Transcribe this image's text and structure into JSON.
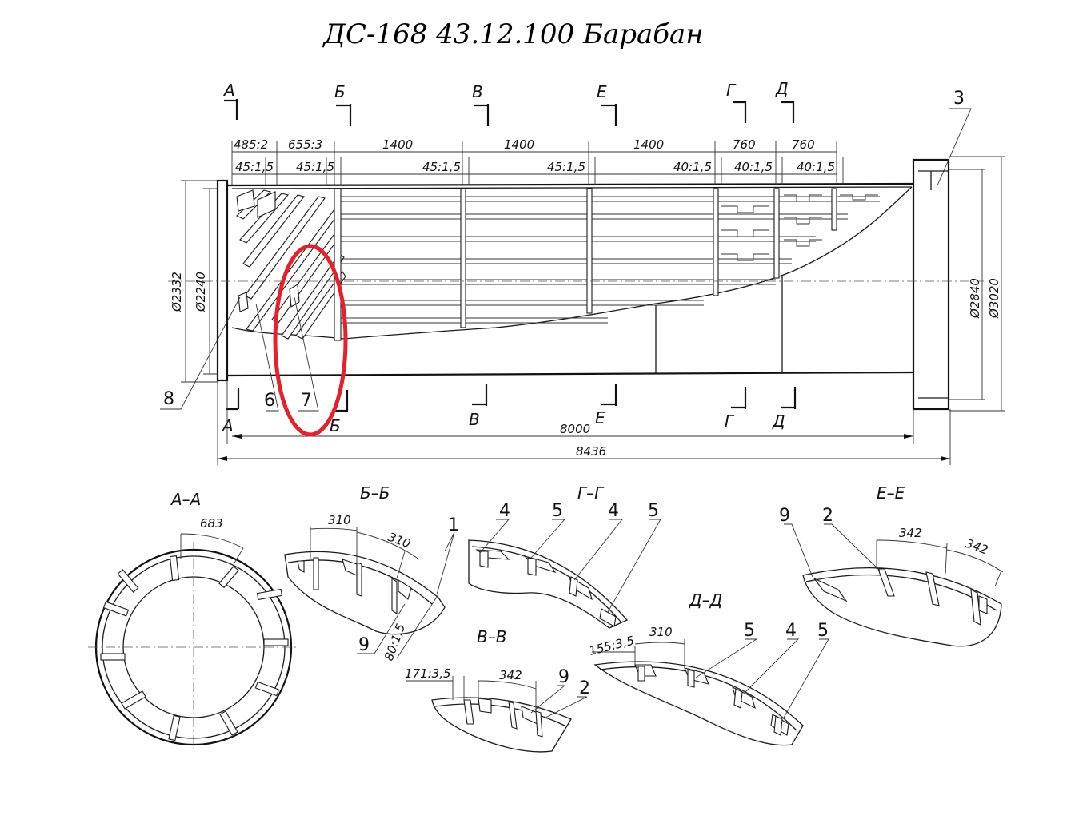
{
  "title": "ДС-168 43.12.100 Барабан",
  "highlight_color": "#e8202a",
  "sections_top": [
    "А",
    "Б",
    "В",
    "Е",
    "Г",
    "Д"
  ],
  "sections_bottom": [
    "А",
    "Б",
    "В",
    "Е",
    "Г",
    "Д"
  ],
  "dims_top_row1": [
    "485:2",
    "655:3",
    "1400",
    "1400",
    "1400",
    "760",
    "760"
  ],
  "dims_top_row2": [
    "45:1,5",
    "45:1,5",
    "45:1,5",
    "45:1,5",
    "40:1,5",
    "40:1,5",
    "40:1,5"
  ],
  "dim_length_inner": "8000",
  "dim_length_total": "8436",
  "dia_left_outer": "Ø2332",
  "dia_left_inner": "Ø2240",
  "dia_right_inner": "Ø2840",
  "dia_right_outer": "Ø3020",
  "parts": {
    "p1": "1",
    "p2": "2",
    "p3": "3",
    "p4": "4",
    "p5": "5",
    "p6": "6",
    "p7": "7",
    "p8": "8",
    "p9": "9"
  },
  "section_views": {
    "aa": {
      "label": "А–А",
      "dim": "683"
    },
    "bb": {
      "label": "Б–Б",
      "dim1": "310",
      "dim2": "310",
      "dim3": "80:1,5"
    },
    "gg": {
      "label": "Г–Г"
    },
    "ee": {
      "label": "Е–Е",
      "dim1": "342",
      "dim2": "342"
    },
    "vv": {
      "label": "В–В",
      "dim1": "171:3,5",
      "dim2": "342"
    },
    "dd": {
      "label": "Д–Д",
      "dim1": "155:3,5",
      "dim2": "310"
    }
  }
}
